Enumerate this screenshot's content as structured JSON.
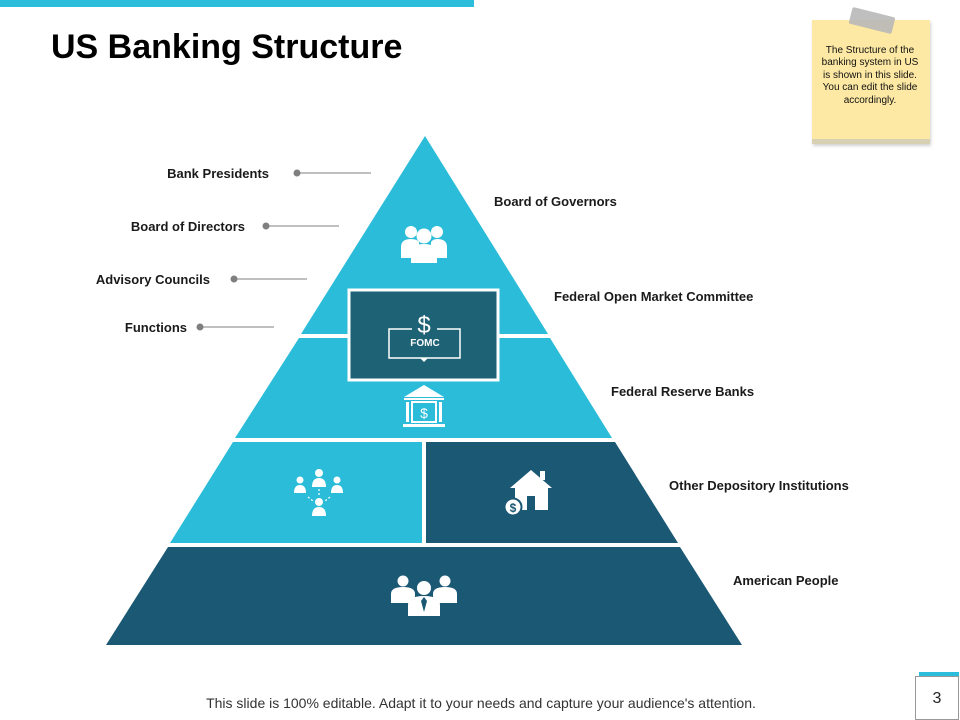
{
  "slide": {
    "title": "US Banking Structure",
    "note": "The Structure of the banking system in US is shown in this slide. You can edit the slide accordingly.",
    "footer": "This slide is 100% editable. Adapt it to your needs and capture your audience's attention.",
    "page_number": "3"
  },
  "pyramid": {
    "left_labels": [
      "Bank Presidents",
      "Board of Directors",
      "Advisory  Councils",
      "Functions"
    ],
    "right_labels": [
      "Board of Governors",
      "Federal Open Market Committee",
      "Federal Reserve Banks",
      "Other Depository  Institutions",
      "American People"
    ],
    "fomc_label": "FOMC",
    "fomc_symbol": "$",
    "bank_symbol": "$",
    "house_symbol": "$"
  },
  "icons": {
    "top": "people-group-icon",
    "fomc": "dollar-icon",
    "bank": "bank-building-icon",
    "network": "people-network-icon",
    "house": "house-dollar-icon",
    "base": "business-people-icon"
  },
  "colors": {
    "accent": "#2bbdd9",
    "light": "#2abcd8",
    "dark": "#1a5874",
    "fomc_fill": "#1e6276",
    "note": "#fde9a4",
    "connector": "#7f7f7f"
  }
}
